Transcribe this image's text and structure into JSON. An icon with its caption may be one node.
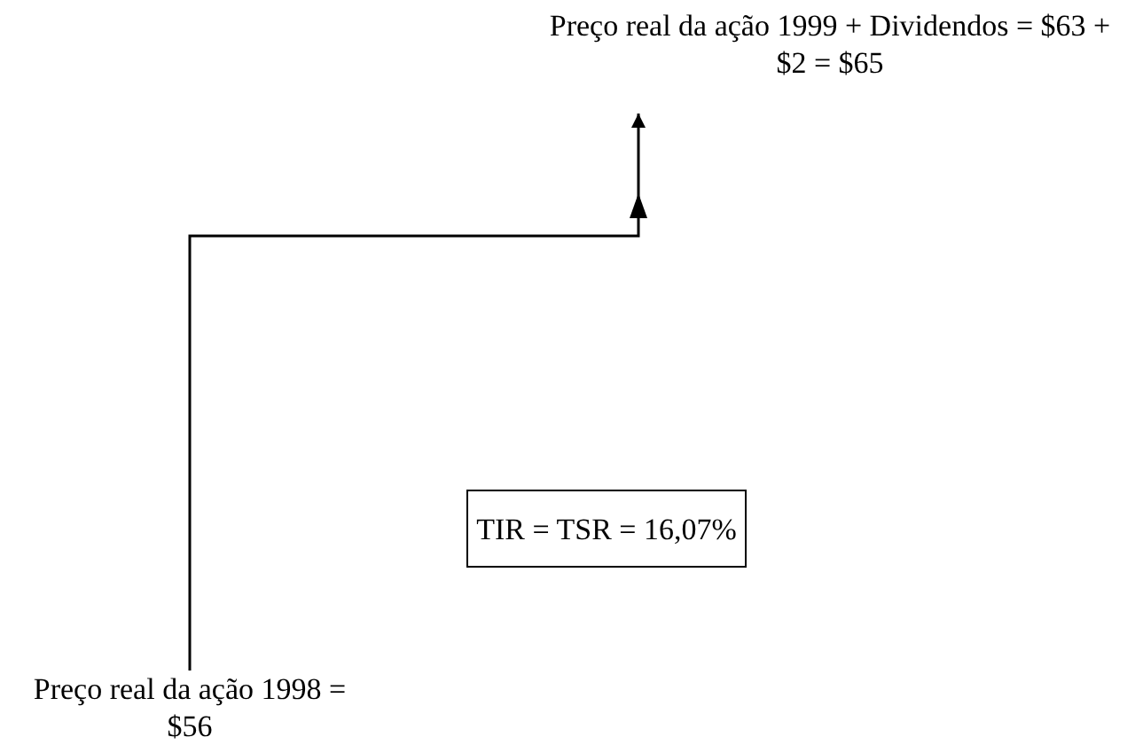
{
  "diagram": {
    "nodes": [
      {
        "text": [
          "Preço real da ação 1999 + Dividendos = $63 + $2 = $65"
        ]
      },
      {
        "text": [
          "TIR = TSR = 16,07%"
        ]
      },
      {
        "text": [
          "Preço real da ação 1998 = $56"
        ]
      }
    ],
    "edges": [
      {
        "from": 2,
        "to": 0,
        "arrow": "to"
      }
    ]
  }
}
